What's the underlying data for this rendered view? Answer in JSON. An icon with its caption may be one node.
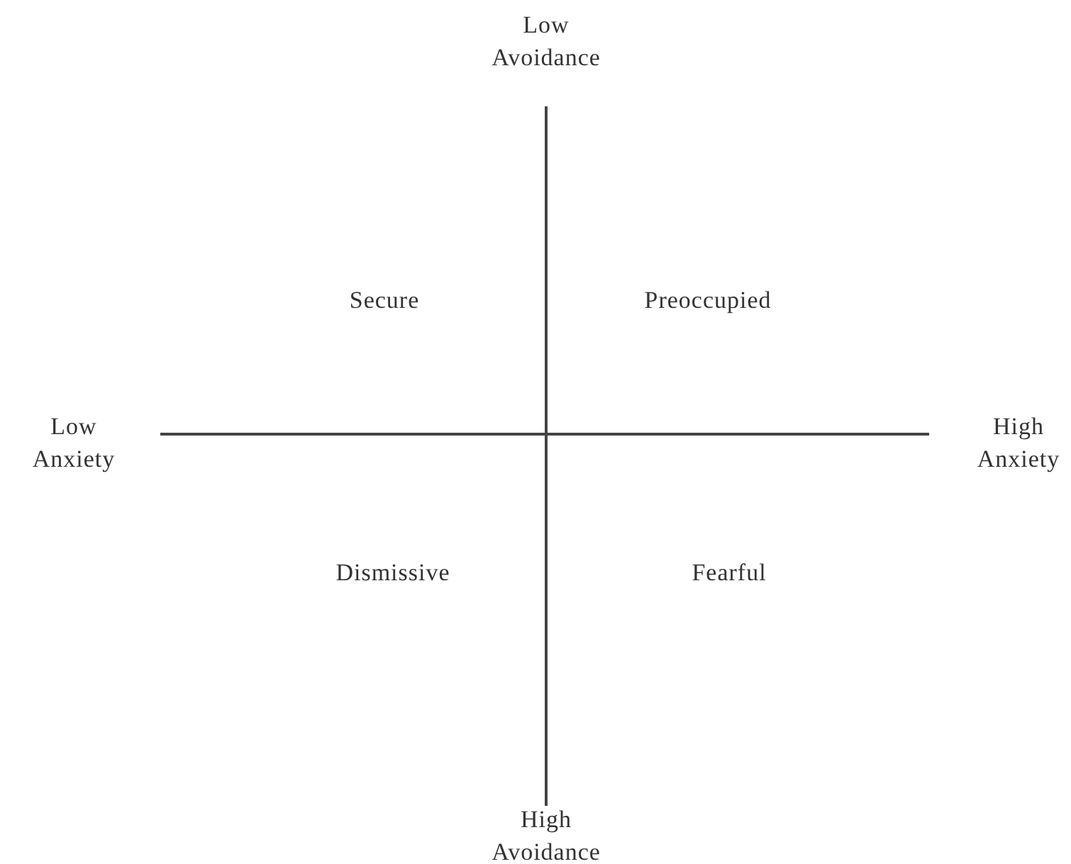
{
  "diagram": {
    "labels": [
      "Low Avoidance",
      "Secure",
      "Preoccupied",
      "Low Anxiety",
      "High Anxiety",
      "Dismissive",
      "Fearful",
      "High Avoidance"
    ]
  }
}
